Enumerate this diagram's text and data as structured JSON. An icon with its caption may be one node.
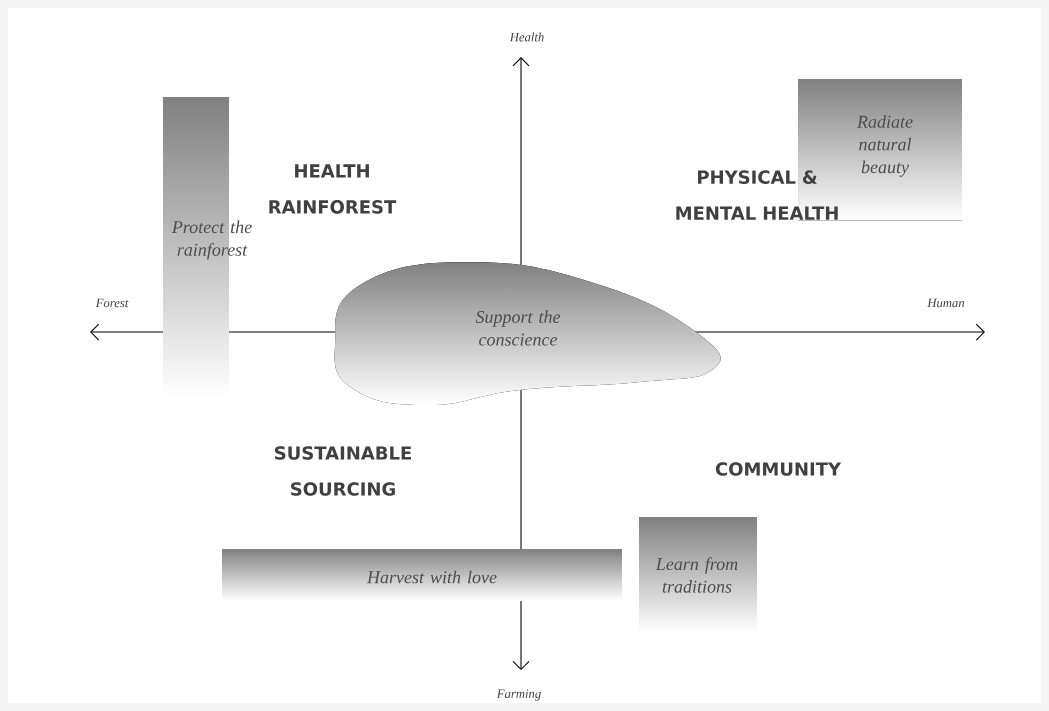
{
  "diagram": {
    "nodes": [
      {
        "text": [
          "Protect the rainforest"
        ]
      },
      {
        "text": [
          "Radiate natural beauty"
        ]
      },
      {
        "text": [
          "Support the conscience"
        ]
      },
      {
        "text": [
          "Harvest with love"
        ]
      },
      {
        "text": [
          "Learn from traditions"
        ]
      }
    ],
    "labels": [
      "Health",
      "HEALTH RAINFOREST",
      "PHYSICAL & MENTAL HEALTH",
      "Forest",
      "Human",
      "SUSTAINABLE SOURCING",
      "COMMUNITY",
      "Farming"
    ]
  }
}
